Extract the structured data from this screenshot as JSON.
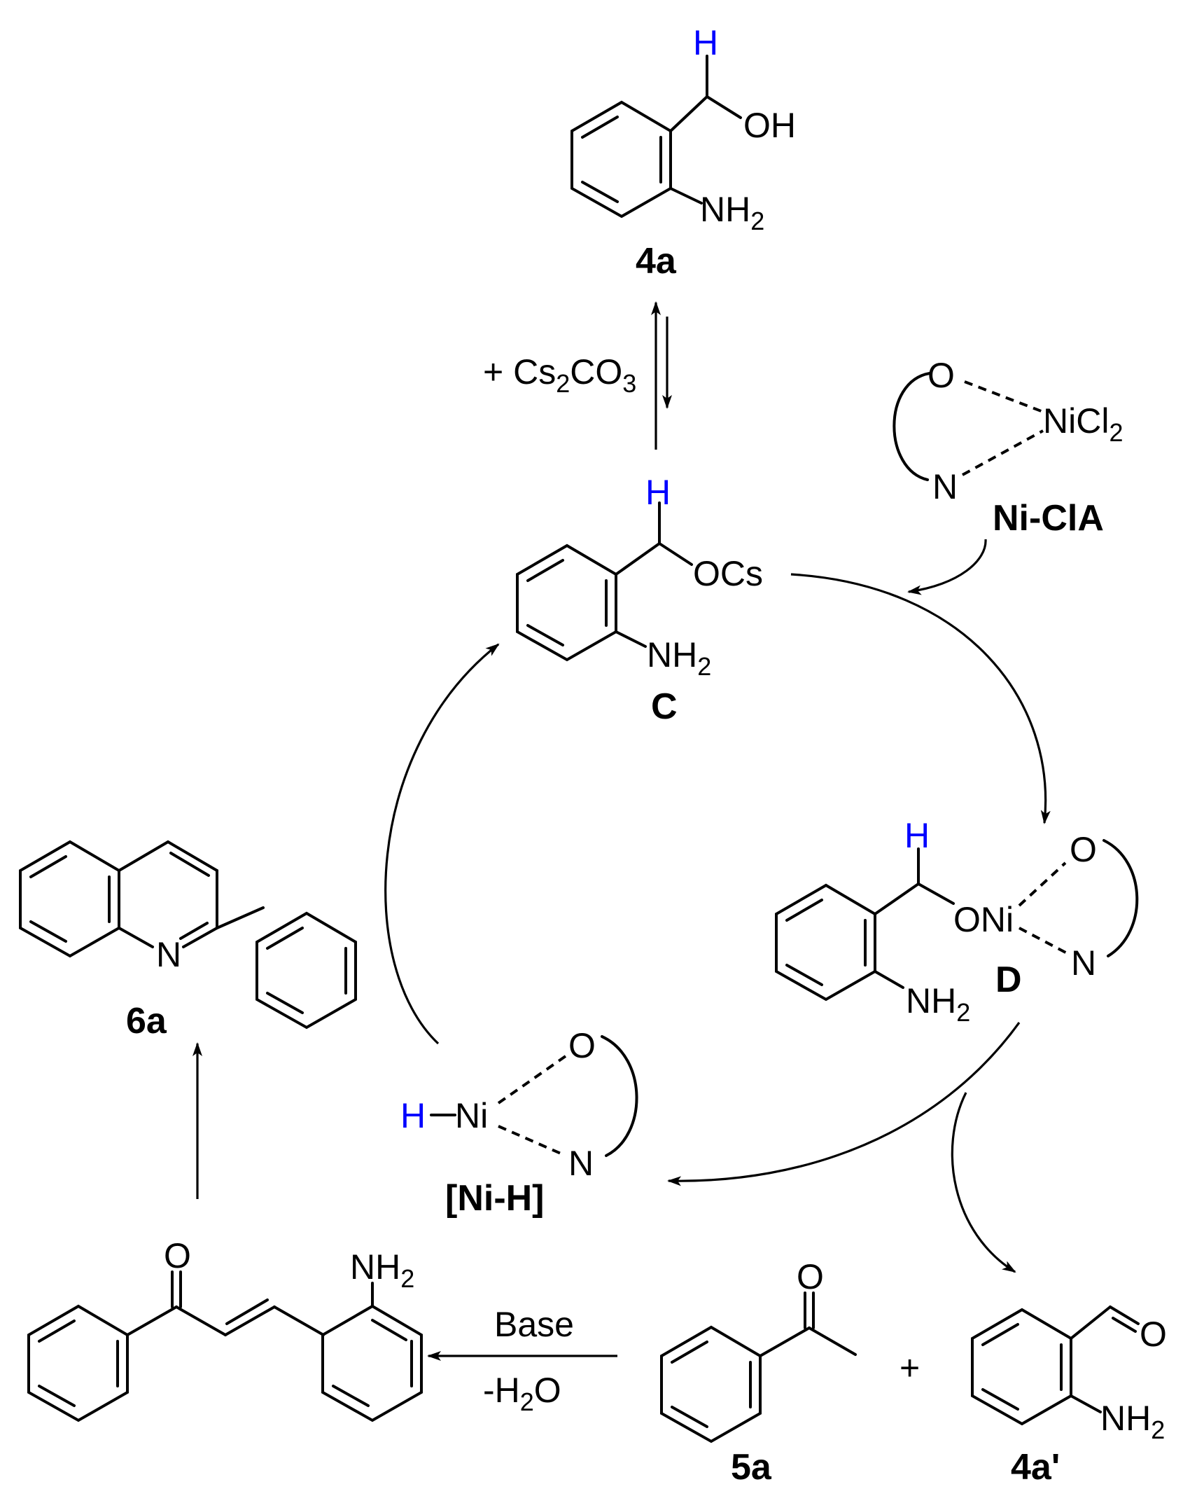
{
  "compounds": {
    "c4a": {
      "id": "4a",
      "oh": "OH",
      "nh": "NH",
      "sub2": "2",
      "h": "H"
    },
    "cC": {
      "id": "C",
      "ocs": "OCs",
      "nh": "NH",
      "sub2": "2",
      "h": "H"
    },
    "cD": {
      "id": "D",
      "oni": "ONi",
      "o": "O",
      "n": "N",
      "nh": "NH",
      "sub2": "2",
      "h": "H"
    },
    "niCl": {
      "id": "Ni-ClA",
      "o": "O",
      "n": "N",
      "nicl": "NiCl",
      "sub2": "2"
    },
    "niH": {
      "id": "[Ni-H]",
      "h": "H",
      "ni": "Ni",
      "o": "O",
      "n": "N"
    },
    "c6a": {
      "id": "6a",
      "n": "N"
    },
    "enone": {
      "o": "O",
      "nh": "NH",
      "sub2": "2"
    },
    "c5a": {
      "id": "5a",
      "o": "O"
    },
    "c4ap": {
      "id": "4a'",
      "o": "O",
      "nh": "NH",
      "sub2": "2"
    }
  },
  "reagents": {
    "cs2co3": {
      "prefix": "+ Cs",
      "s1": "2",
      "mid": "CO",
      "s2": "3"
    },
    "base": "Base",
    "water": {
      "prefix": "-H",
      "s": "2",
      "suffix": "O"
    },
    "plus": "+"
  },
  "colors": {
    "highlight": "#0000ff",
    "ink": "#000000"
  }
}
